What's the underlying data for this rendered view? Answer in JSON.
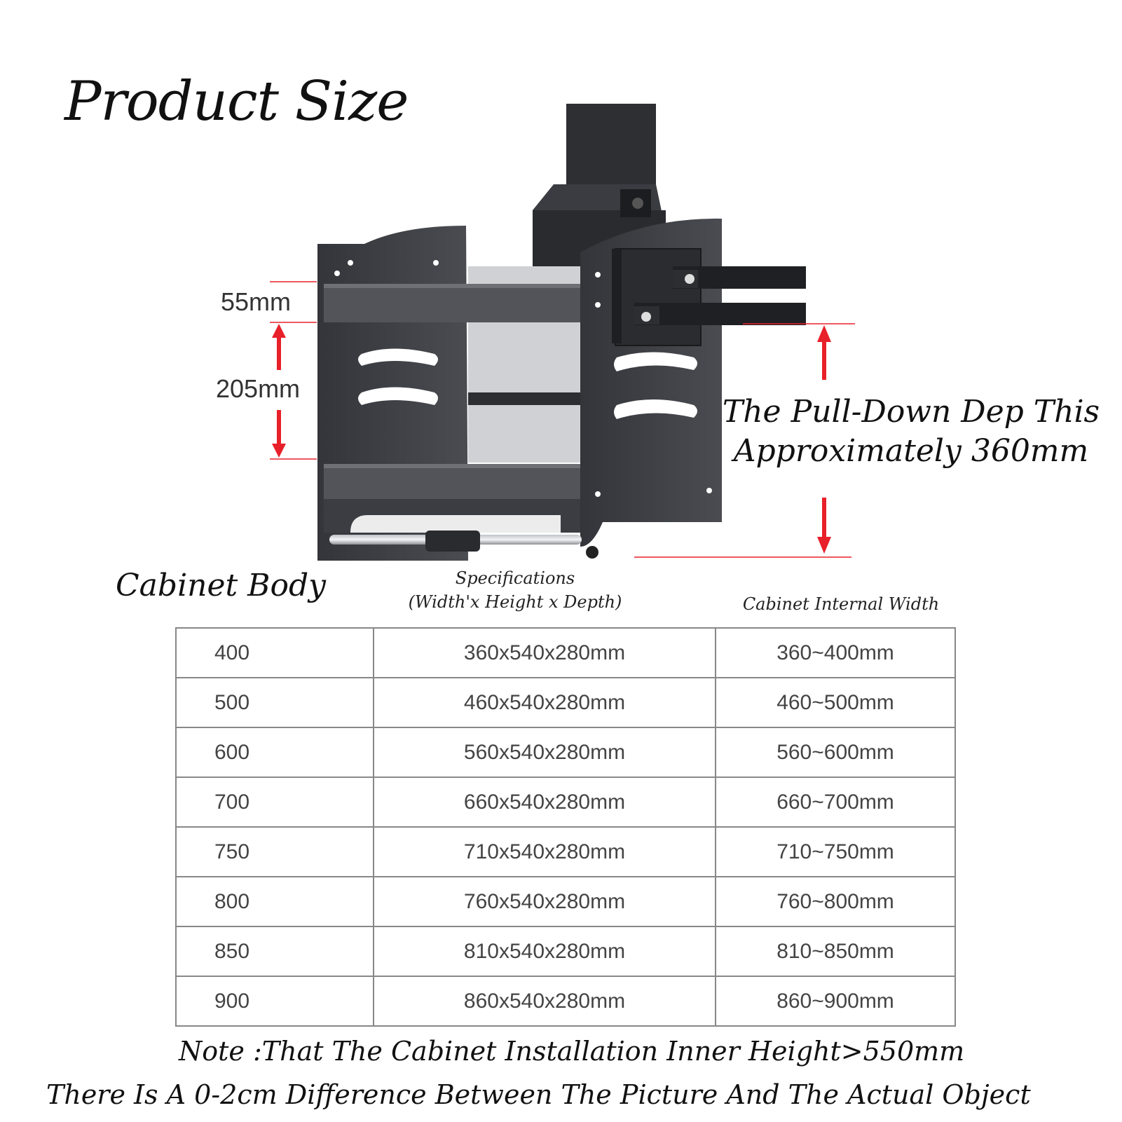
{
  "title": "Product Size",
  "dimensions": {
    "top_gap": "55mm",
    "shelf_gap": "205mm",
    "pull_down_line1": "The Pull-Down Dep This",
    "pull_down_line2": "Approximately 360mm"
  },
  "table": {
    "headers": {
      "cabinet_body": "Cabinet Body",
      "specifications_line1": "Specifications",
      "specifications_line2": "(Width'x Height x Depth)",
      "internal_width": "Cabinet Internal Width"
    },
    "rows": [
      {
        "body": "400",
        "spec": "360x540x280mm",
        "width": "360~400mm"
      },
      {
        "body": "500",
        "spec": "460x540x280mm",
        "width": "460~500mm"
      },
      {
        "body": "600",
        "spec": "560x540x280mm",
        "width": "560~600mm"
      },
      {
        "body": "700",
        "spec": "660x540x280mm",
        "width": "660~700mm"
      },
      {
        "body": "750",
        "spec": "710x540x280mm",
        "width": "710~750mm"
      },
      {
        "body": "800",
        "spec": "760x540x280mm",
        "width": "760~800mm"
      },
      {
        "body": "850",
        "spec": "810x540x280mm",
        "width": "810~850mm"
      },
      {
        "body": "900",
        "spec": "860x540x280mm",
        "width": "860~900mm"
      }
    ]
  },
  "notes": {
    "line1": "Note :That The Cabinet Installation Inner Height>550mm",
    "line2": "There Is A 0-2cm Difference Between The Picture And The Actual Object"
  },
  "colors": {
    "arrow": "#e8202a",
    "rack": "#3a3b3f",
    "rack_light": "#55575c"
  }
}
